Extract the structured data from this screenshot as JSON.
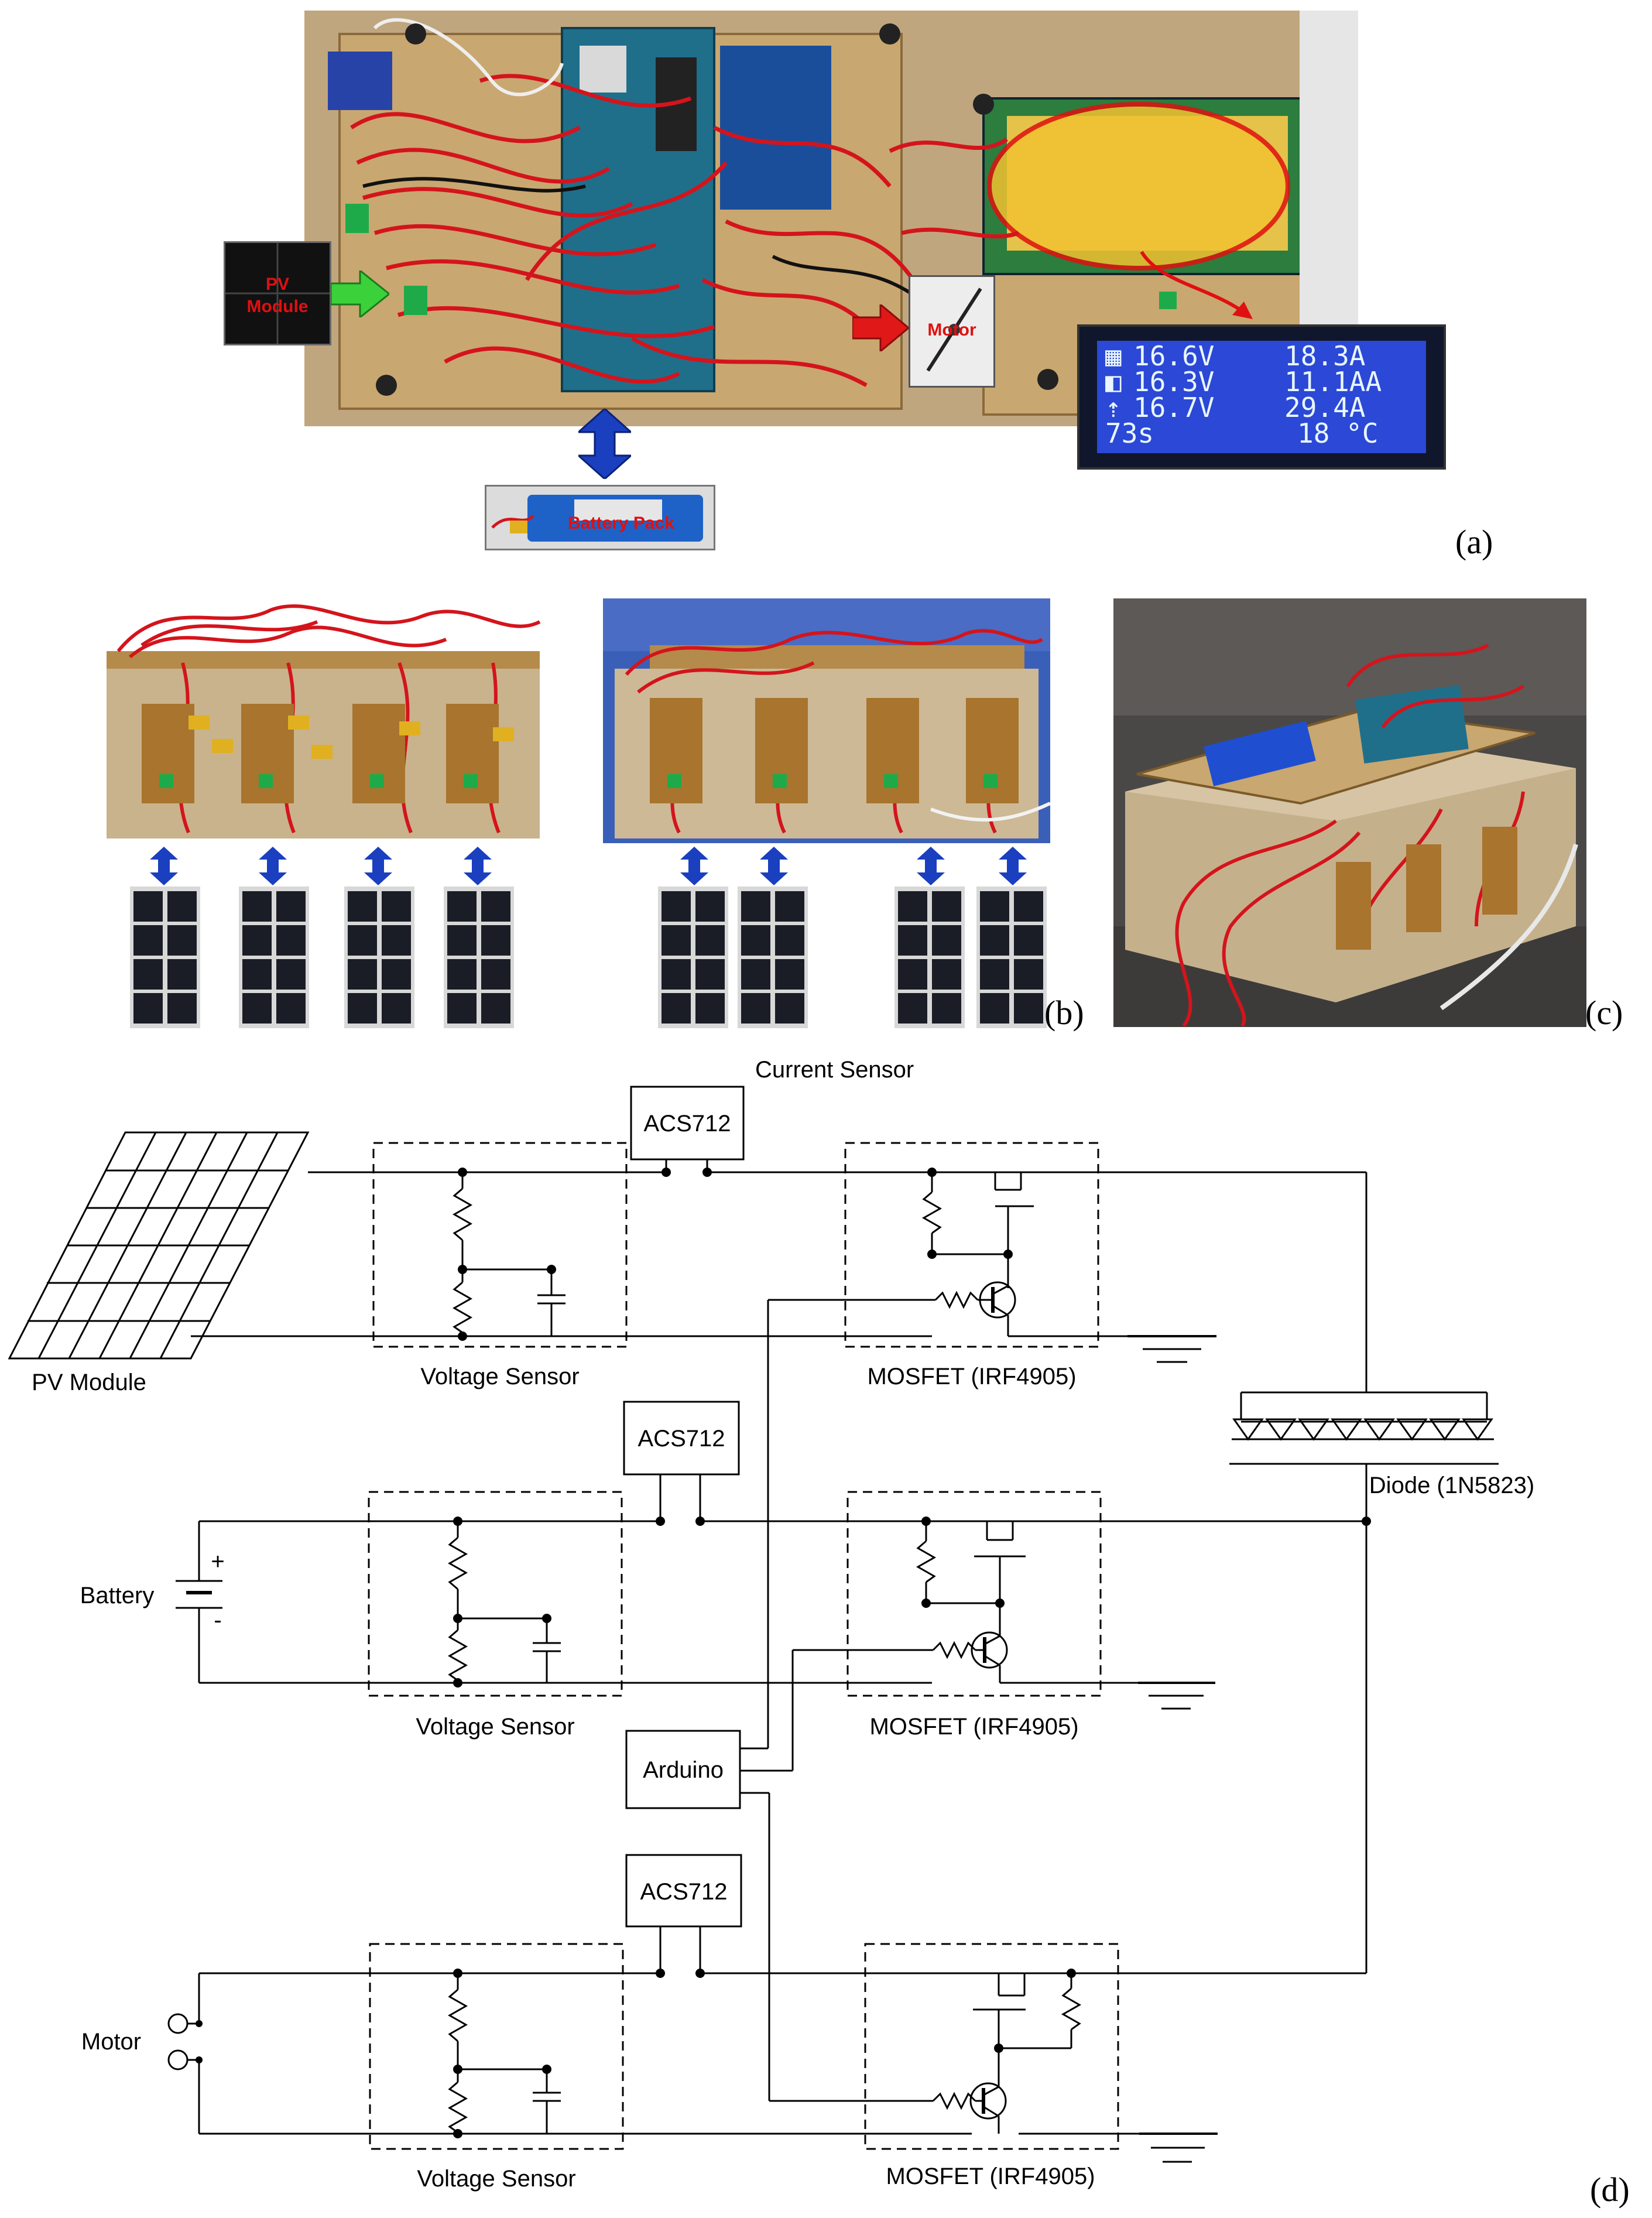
{
  "figure": {
    "panels": {
      "a": "(a)",
      "b": "(b)",
      "c": "(c)",
      "d": "(d)"
    }
  },
  "panel_a": {
    "pv_label_line1": "PV",
    "pv_label_line2": "Module",
    "motor_label": "Motor",
    "battery_label": "Battery Pack",
    "lcd": {
      "rows": [
        [
          "16.6V",
          "18.3A"
        ],
        [
          "16.3V",
          "11.1AA"
        ],
        [
          "16.7V",
          "29.4A"
        ],
        [
          "73s",
          "18 °C"
        ]
      ]
    },
    "colors": {
      "board": "#c9a770",
      "wire": "#d4141c",
      "arduino": "#1f6f8b",
      "lcd_bg": "#2b48d6",
      "arrow_green": "#3ad13a",
      "arrow_red": "#e01818",
      "arrow_blue": "#1a3fbf"
    }
  },
  "panel_d": {
    "current_sensor_label": "Current Sensor",
    "acs_label": "ACS712",
    "voltage_sensor_label": "Voltage Sensor",
    "mosfet_label": "MOSFET (IRF4905)",
    "pv_module_label": "PV Module",
    "battery_label": "Battery",
    "battery_plus": "+",
    "battery_minus": "-",
    "motor_label": "Motor",
    "arduino_label": "Arduino",
    "diode_label": "Diode (1N5823)"
  }
}
